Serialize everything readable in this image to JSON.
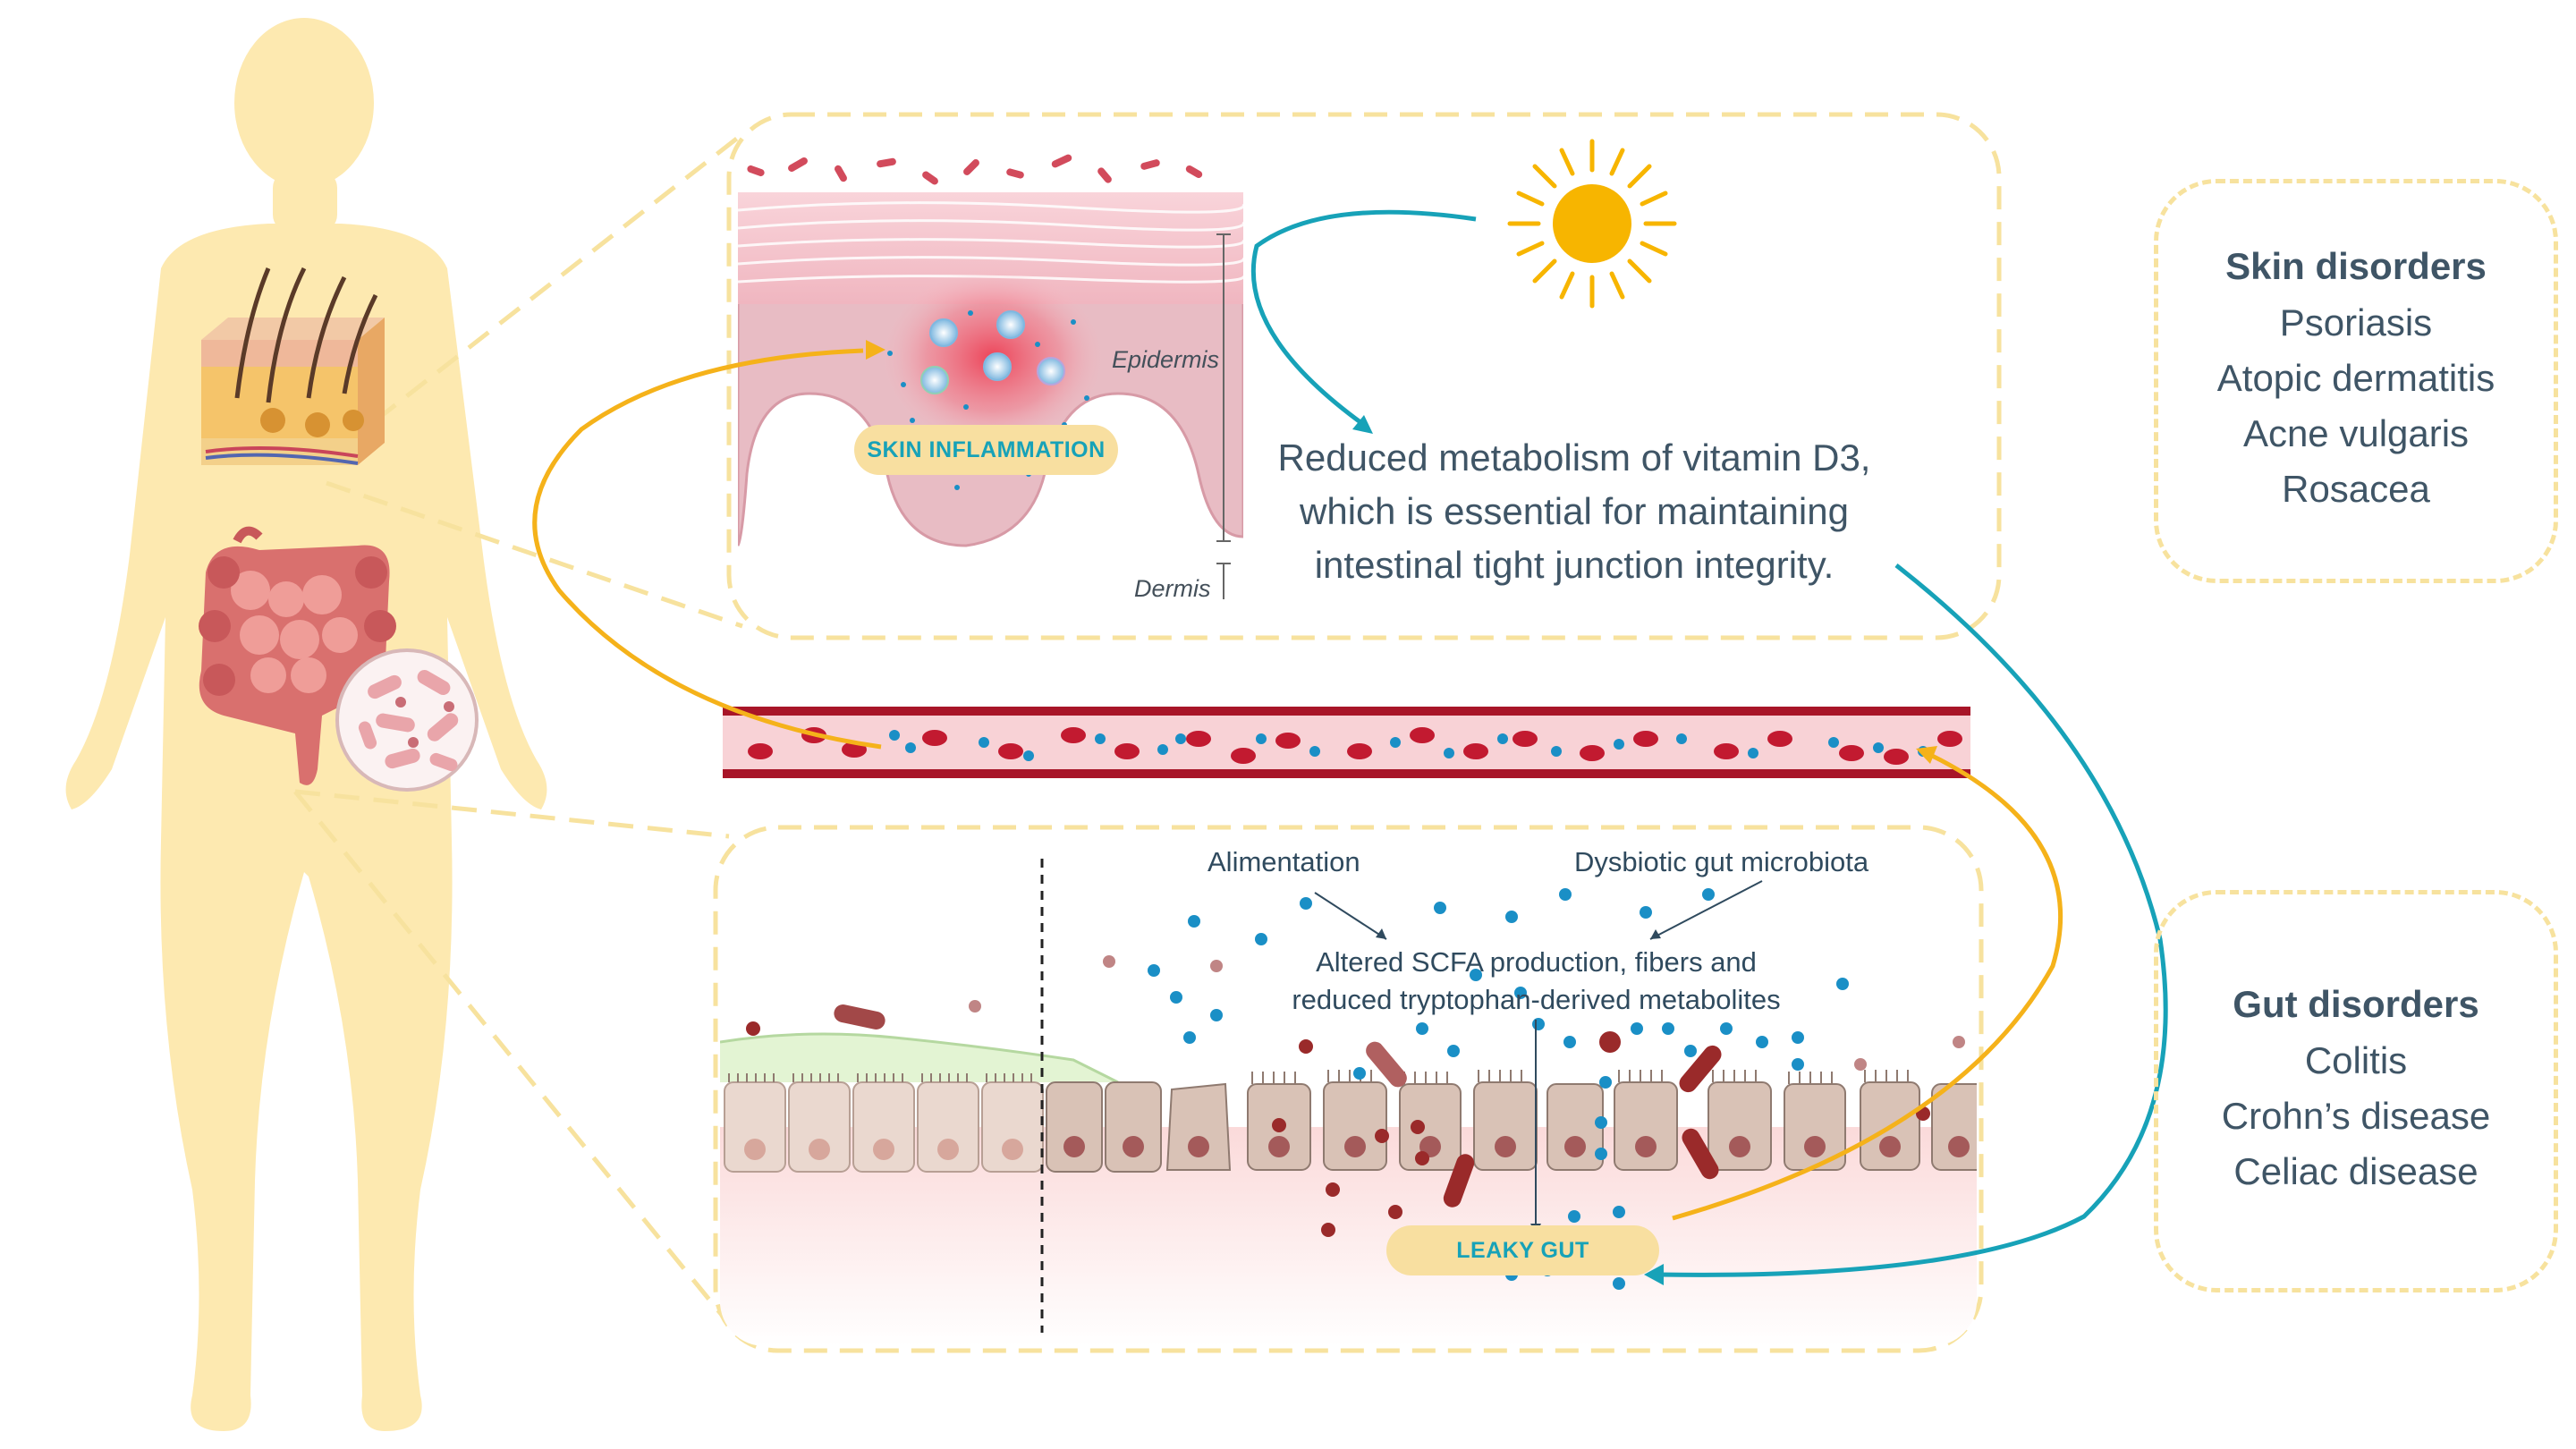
{
  "skin_panel": {
    "inflammation_label": "SKIN INFLAMMATION",
    "epidermis_label": "Epidermis",
    "dermis_label": "Dermis"
  },
  "vitamin_d": {
    "line1": "Reduced metabolism of vitamin D3,",
    "line2": "which is essential for maintaining",
    "line3": "intestinal tight junction integrity."
  },
  "gut_panel": {
    "alimentation_label": "Alimentation",
    "dysbiosis_label": "Dysbiotic gut microbiota",
    "scfa_line1": "Altered SCFA production, fibers and",
    "scfa_line2": "reduced tryptophan-derived metabolites",
    "leaky_gut_label": "LEAKY GUT"
  },
  "skin_disorders": {
    "title": "Skin disorders",
    "items": [
      "Psoriasis",
      "Atopic dermatitis",
      "Acne vulgaris",
      "Rosacea"
    ]
  },
  "gut_disorders": {
    "title": "Gut disorders",
    "items": [
      "Colitis",
      "Crohn’s disease",
      "Celiac disease"
    ]
  },
  "colors": {
    "body_silhouette": "#fde9b0",
    "dashed_border": "#f7e29e",
    "arrow_yellow": "#f5b21a",
    "arrow_teal": "#17a2b8",
    "blood_red": "#b0182c",
    "sun": "#f7b500",
    "text": "#3f5566"
  },
  "icons": [
    "sun-icon",
    "blood-vessel",
    "skin-block-icon",
    "intestine-icon",
    "bacteria-zoom-icon"
  ]
}
